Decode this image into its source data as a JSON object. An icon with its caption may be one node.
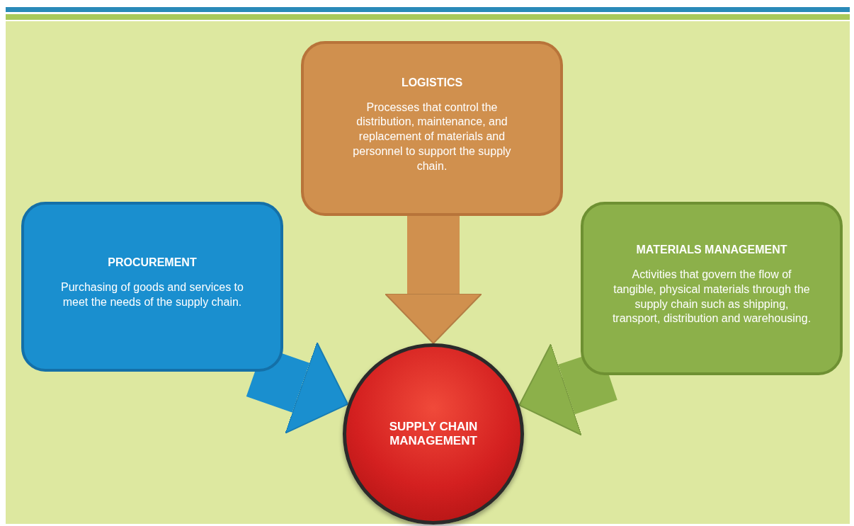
{
  "diagram": {
    "nodes": [
      {
        "text": [
          "LOGISTICS",
          "Processes that control the distribution, maintenance, and replacement of materials and personnel to support the supply chain."
        ]
      },
      {
        "text": [
          "PROCUREMENT",
          "Purchasing of goods and services to meet the needs of the supply chain."
        ]
      },
      {
        "text": [
          "MATERIALS MANAGEMENT",
          "Activities that govern the flow of tangible, physical materials through the supply chain such as shipping, transport, distribution and warehousing."
        ]
      },
      {
        "text": [
          "SUPPLY CHAIN MANAGEMENT"
        ]
      }
    ],
    "edges": [
      {
        "from": 0,
        "to": 3,
        "arrow": "to",
        "color": "#d0904e"
      },
      {
        "from": 1,
        "to": 3,
        "arrow": "to",
        "color": "#1a8fcf"
      },
      {
        "from": 2,
        "to": 3,
        "arrow": "to",
        "color": "#8cb04a"
      }
    ]
  }
}
